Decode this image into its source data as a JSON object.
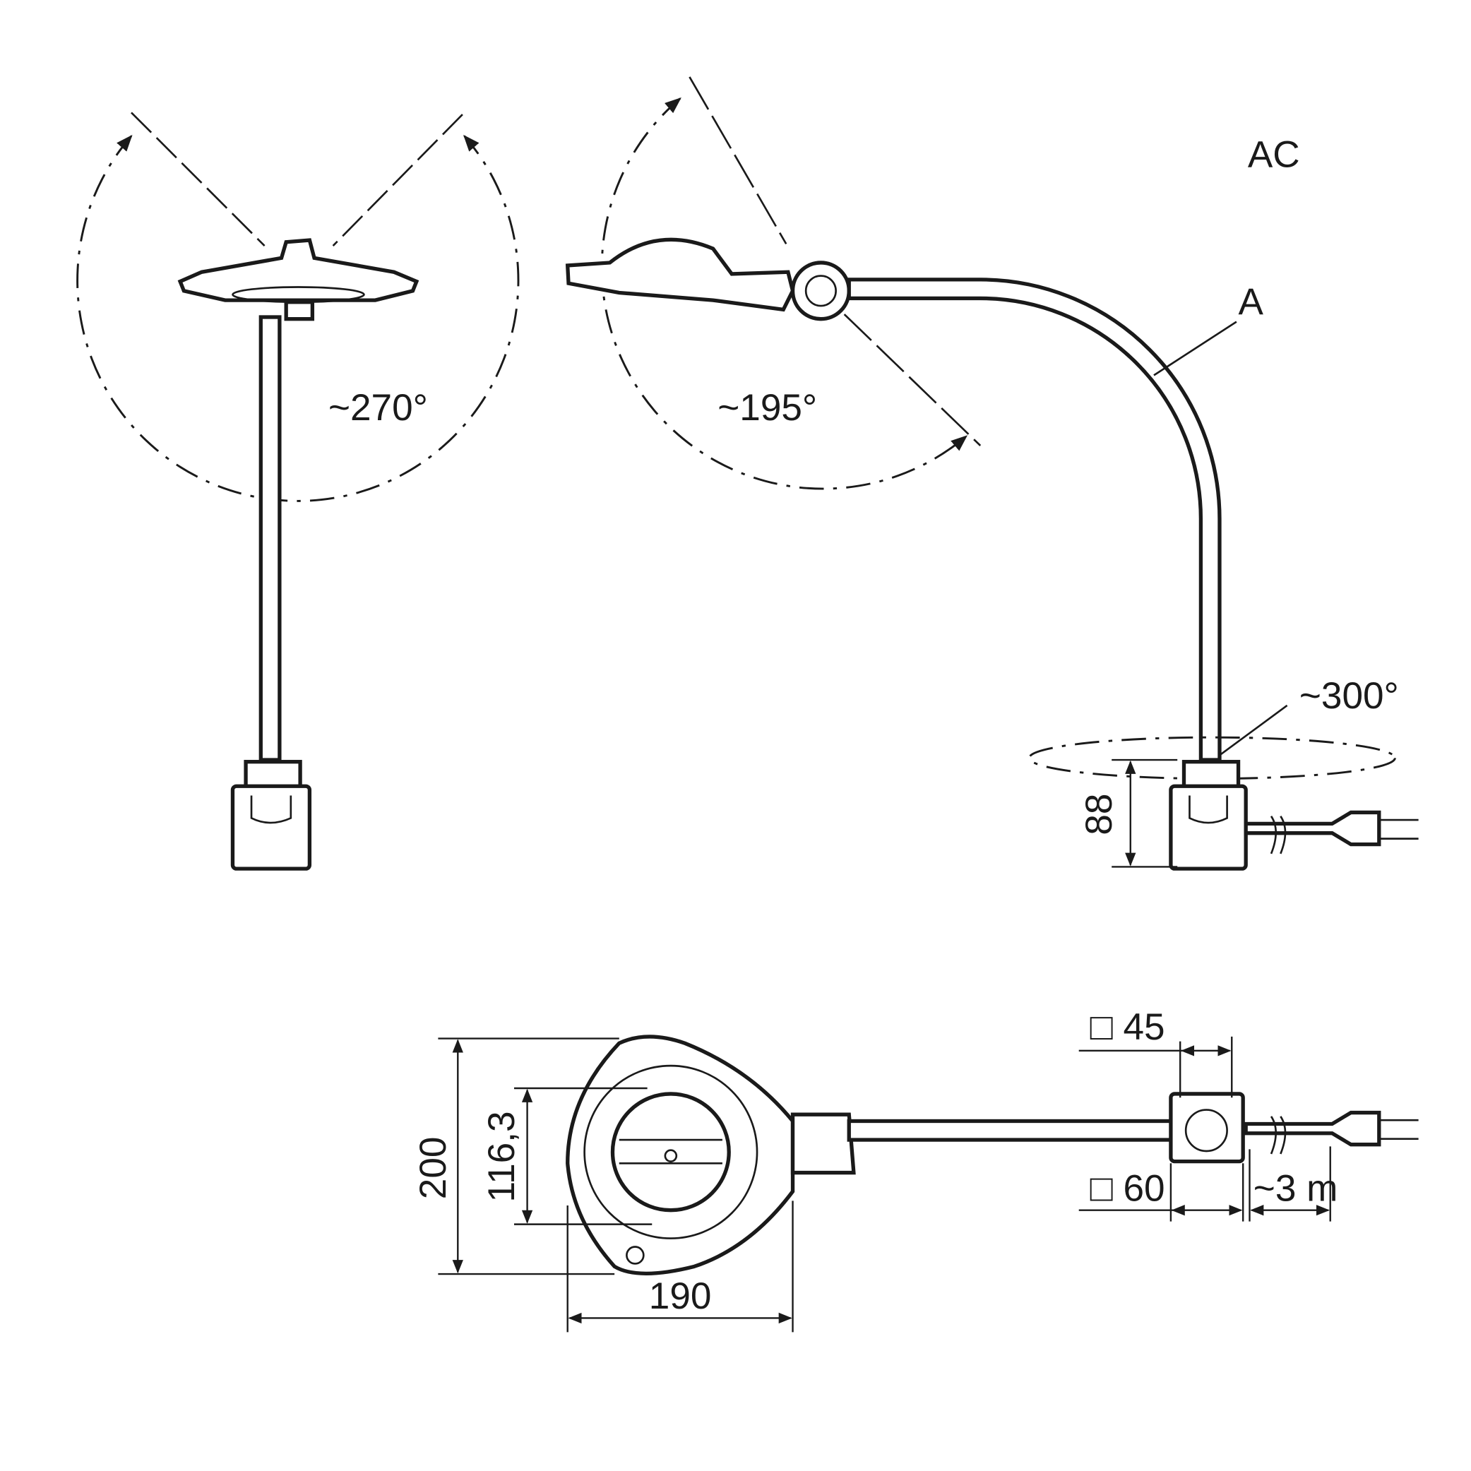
{
  "labels": {
    "variant": "AC",
    "arm_label": "A",
    "tilt_left": "~270°",
    "tilt_right": "~195°",
    "rotation": "~300°"
  },
  "dimensions": {
    "base_height": "88",
    "head_width": "200",
    "lens_width": "116,3",
    "head_depth": "190",
    "arm_square": "□ 45",
    "base_square": "□ 60",
    "cable_length": "~3 m"
  },
  "colors": {
    "line": "#1a1a1a",
    "background": "#ffffff"
  }
}
